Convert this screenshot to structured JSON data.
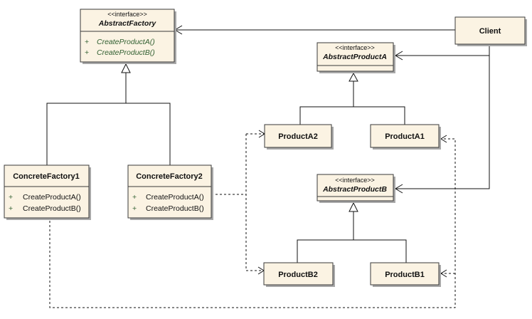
{
  "abstract_factory": {
    "stereotype": "<<interface>>",
    "name": "AbstractFactory",
    "operations": [
      {
        "visibility": "+",
        "name": "CreateProductA()"
      },
      {
        "visibility": "+",
        "name": "CreateProductB()"
      }
    ]
  },
  "abstract_product_a": {
    "stereotype": "<<interface>>",
    "name": "AbstractProductA"
  },
  "abstract_product_b": {
    "stereotype": "<<interface>>",
    "name": "AbstractProductB"
  },
  "client": {
    "name": "Client"
  },
  "concrete_factory_1": {
    "name": "ConcreteFactory1",
    "operations": [
      {
        "visibility": "+",
        "name": "CreateProductA()"
      },
      {
        "visibility": "+",
        "name": "CreateProductB()"
      }
    ]
  },
  "concrete_factory_2": {
    "name": "ConcreteFactory2",
    "operations": [
      {
        "visibility": "+",
        "name": "CreateProductA()"
      },
      {
        "visibility": "+",
        "name": "CreateProductB()"
      }
    ]
  },
  "product_a2": {
    "name": "ProductA2"
  },
  "product_a1": {
    "name": "ProductA1"
  },
  "product_b2": {
    "name": "ProductB2"
  },
  "product_b1": {
    "name": "ProductB1"
  }
}
